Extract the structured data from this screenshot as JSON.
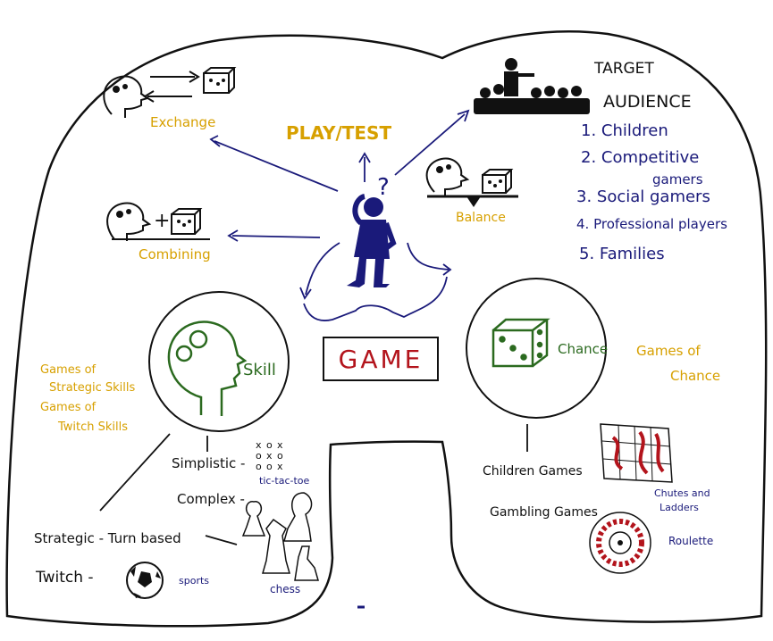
{
  "center": {
    "title": "GAME"
  },
  "top": {
    "play_test": "PLAY/TEST"
  },
  "mechanics": {
    "exchange": "Exchange",
    "combining": "Combining",
    "balance": "Balance"
  },
  "audience": {
    "title_line1": "TARGET",
    "title_line2": "AUDIENCE",
    "items": [
      "1. Children",
      "2. Competitive",
      "gamers",
      "3. Social gamers",
      "4. Professional players",
      "5. Families"
    ]
  },
  "skill": {
    "label": "Skill",
    "side_notes": [
      "Games of",
      "Strategic Skills",
      "Games of",
      "Twitch Skills"
    ],
    "branches": {
      "simplistic": "Simplistic -",
      "tic_tac_toe": "tic-tac-toe",
      "complex": "Complex -",
      "strategic": "Strategic - Turn based",
      "twitch": "Twitch -",
      "sports": "sports",
      "chess": "chess"
    }
  },
  "chance": {
    "label": "Chance",
    "side_notes": [
      "Games of",
      "Chance"
    ],
    "branches": {
      "children_games": "Children Games",
      "gambling_games": "Gambling Games",
      "chutes": "Chutes and",
      "ladders": "Ladders",
      "roulette": "Roulette"
    }
  },
  "colors": {
    "blue": "#1a1a7a",
    "yellow": "#d7a000",
    "green": "#2b6a1f",
    "red": "#b3141c",
    "black": "#111111"
  }
}
